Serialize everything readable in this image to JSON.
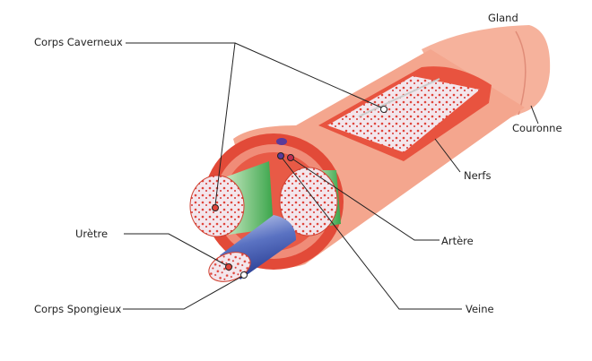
{
  "labels": {
    "corps_caverneux": "Corps Caverneux",
    "gland": "Gland",
    "couronne": "Couronne",
    "nerfs": "Nerfs",
    "artere": "Artère",
    "veine": "Veine",
    "uretre": "Urètre",
    "corps_spongieux": "Corps Spongieux"
  },
  "colors": {
    "skin": "#f4a68e",
    "tunica": "#e8533f",
    "tissue": "#f1e4ea",
    "spongiosum": "#4d64b5",
    "green": "#6cc46c",
    "vein": "#5a3a9a",
    "line": "#222222"
  }
}
